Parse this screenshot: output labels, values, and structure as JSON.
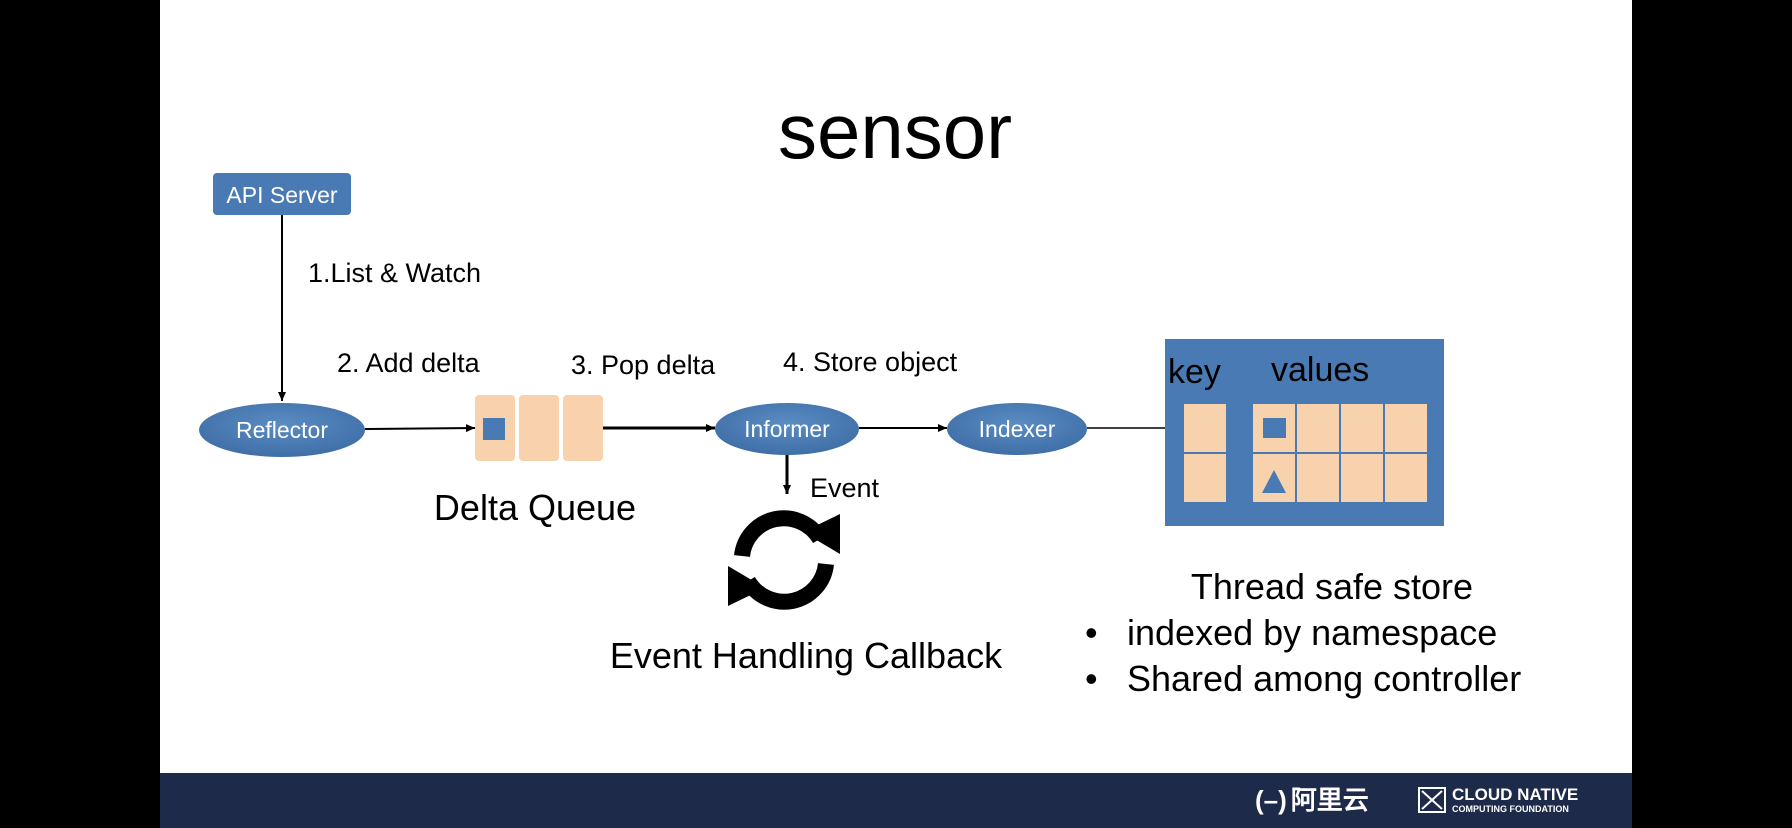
{
  "slide": {
    "title": "sensor",
    "nodes": {
      "api_server": "API Server",
      "reflector": "Reflector",
      "informer": "Informer",
      "indexer": "Indexer"
    },
    "steps": {
      "list_watch": "1.List & Watch",
      "add_delta": "2. Add delta",
      "pop_delta": "3. Pop delta",
      "store_object": "4. Store object",
      "event": "Event"
    },
    "delta_queue_label": "Delta Queue",
    "callback_label": "Event Handling Callback",
    "store": {
      "key_header": "key",
      "values_header": "values",
      "caption": "Thread safe store",
      "bullets": [
        "indexed by namespace",
        "Shared among controller"
      ]
    },
    "icons": [
      "square-icon",
      "triangle-icon",
      "refresh-icon"
    ],
    "colors": {
      "node_blue": "#4a7ab3",
      "cell_peach": "#f7d2ad",
      "store_bg": "#4a7ab3",
      "footer_bg": "#1e2a4a"
    }
  },
  "footer": {
    "logo_aliyun": "阿里云",
    "logo_cncf_line1": "CLOUD NATIVE",
    "logo_cncf_line2": "COMPUTING FOUNDATION"
  }
}
